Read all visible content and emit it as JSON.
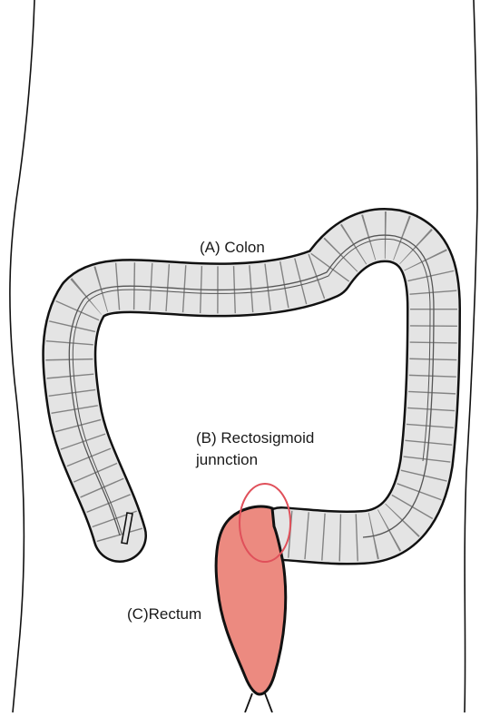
{
  "labels": {
    "colon": "(A) Colon",
    "rectosigmoid_line1": "(B) Rectosigmoid",
    "rectosigmoid_line2": "junnction",
    "rectum": "(C)Rectum"
  },
  "colors": {
    "colon_fill": "#e4e4e4",
    "rectum_fill": "#ec8a80",
    "highlight_circle": "#e0505a",
    "outline": "#111111"
  }
}
